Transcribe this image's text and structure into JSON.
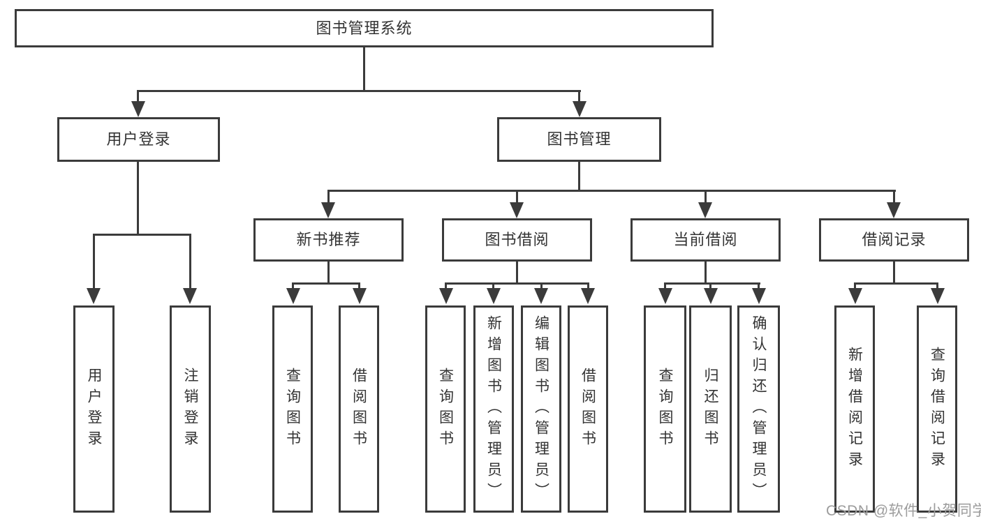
{
  "diagram": {
    "root": {
      "label": "图书管理系统"
    },
    "level2": [
      {
        "label": "用户登录"
      },
      {
        "label": "图书管理"
      }
    ],
    "level3": [
      {
        "label": "新书推荐"
      },
      {
        "label": "图书借阅"
      },
      {
        "label": "当前借阅"
      },
      {
        "label": "借阅记录"
      }
    ],
    "leaves": {
      "login": [
        "用户登录",
        "注销登录"
      ],
      "new_book": [
        "查询图书",
        "借阅图书"
      ],
      "borrow": [
        "查询图书",
        "新增图书（管理员）",
        "编辑图书（管理员）",
        "借阅图书"
      ],
      "current": [
        "查询图书",
        "归还图书",
        "确认归还（管理员）"
      ],
      "records": [
        "新增借阅记录",
        "查询借阅记录"
      ]
    },
    "colors": {
      "line": "#3b3b3b",
      "text": "#333333",
      "background": "#ffffff",
      "watermark": "#9c9c9c"
    },
    "watermark": "CSDN @软件_小贺同学"
  }
}
